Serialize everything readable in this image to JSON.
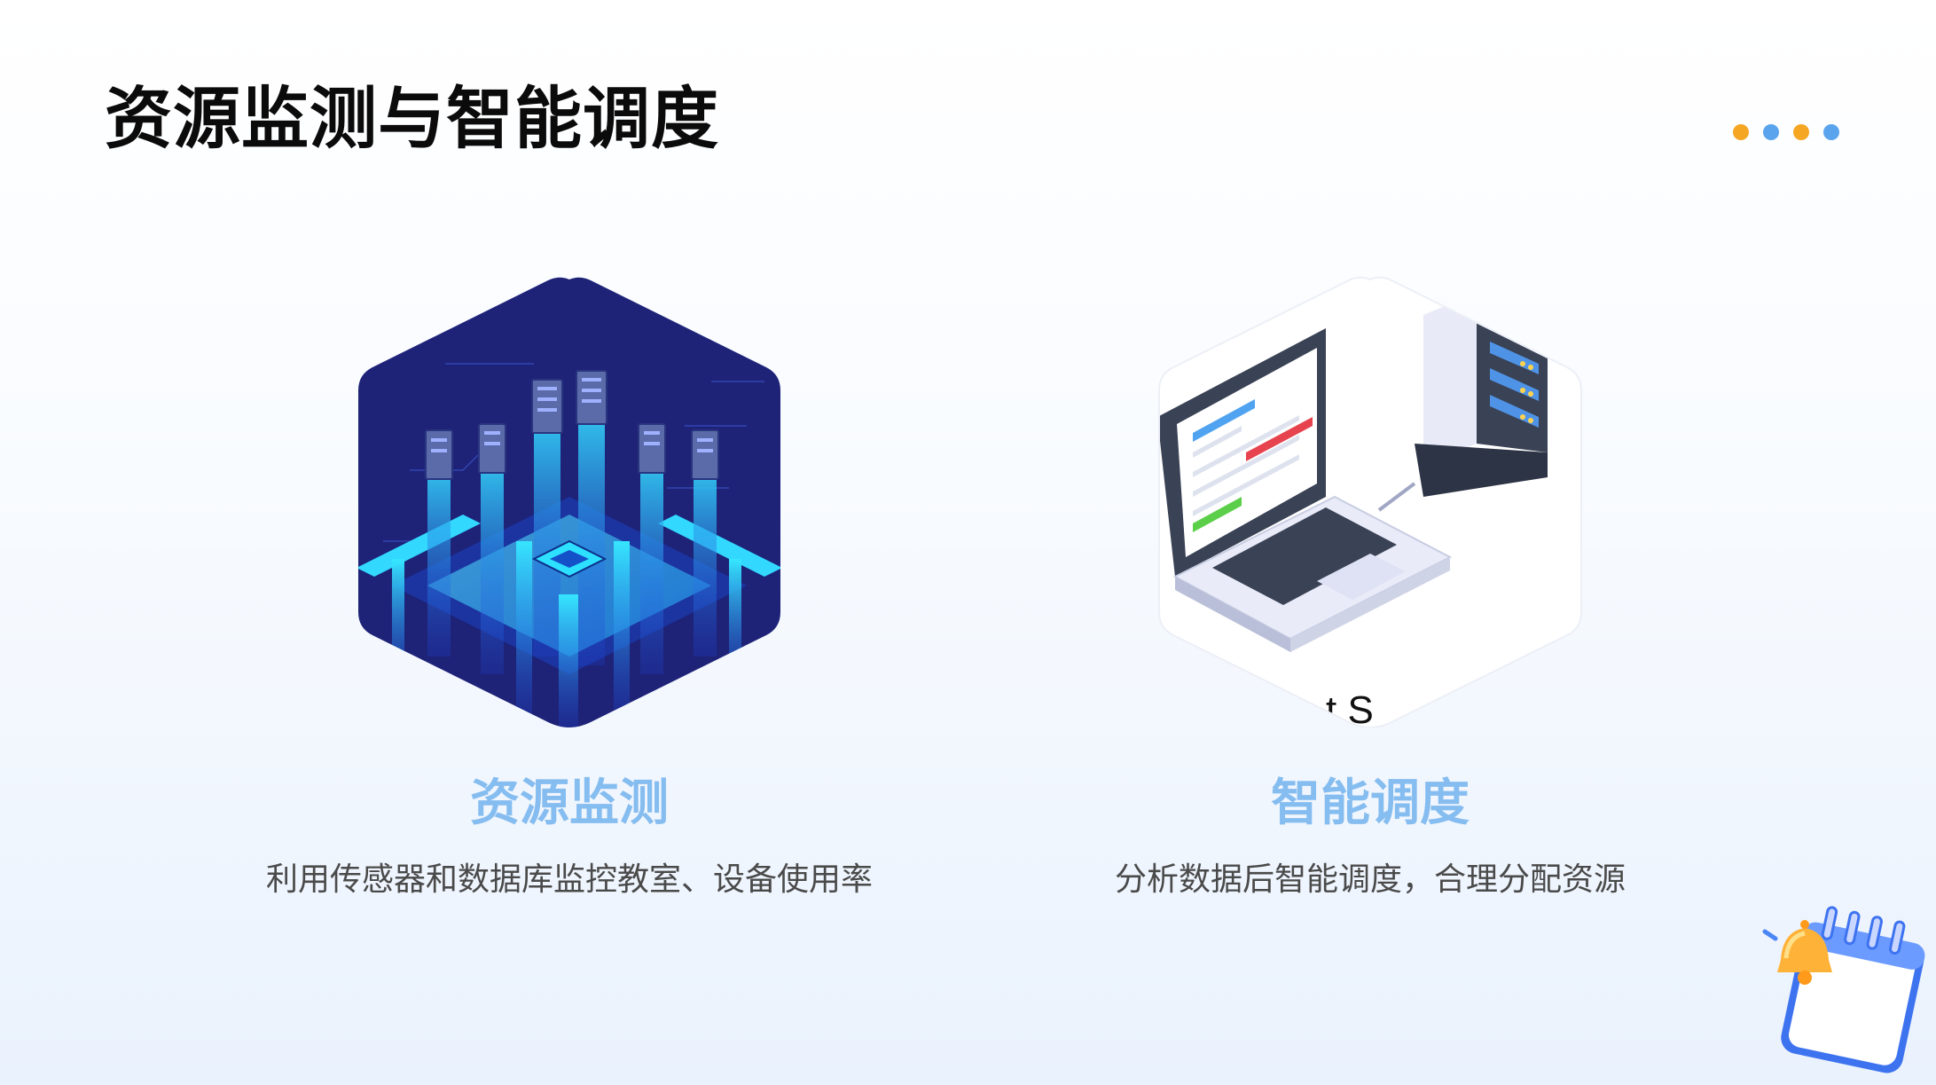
{
  "slide": {
    "title": "资源监测与智能调度"
  },
  "decor": {
    "dot_colors": [
      "#f5a623",
      "#5aa4ee",
      "#f5a623",
      "#5aa4ee"
    ],
    "corner_icon": "bell-calendar-icon"
  },
  "cards": [
    {
      "title": "资源监测",
      "description": "利用传感器和数据库监控教室、设备使用率",
      "illustration": "server-city-illustration"
    },
    {
      "title": "智能调度",
      "description": "分析数据后智能调度，合理分配资源",
      "illustration": "laptop-server-illustration",
      "partial_text": "t S"
    }
  ],
  "colors": {
    "card_title": "#86bdf0",
    "hex_dark": "#1e2378",
    "accent_cyan": "#19c8ff"
  }
}
